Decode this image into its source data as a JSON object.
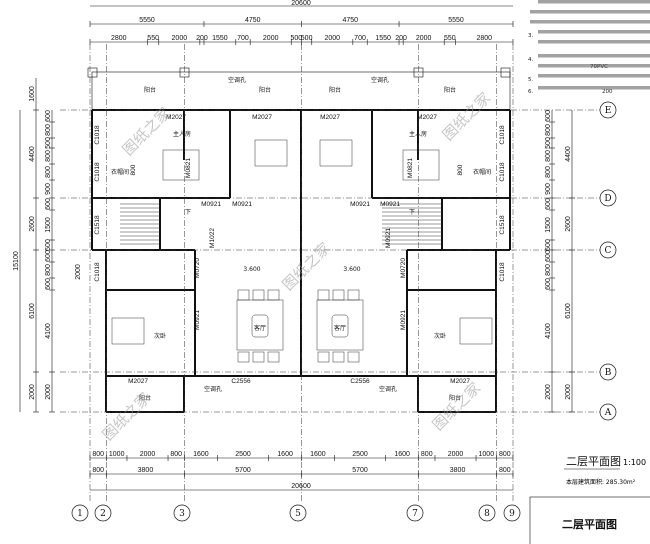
{
  "drawing": {
    "total_width": "20600",
    "top_dims_row1": [
      "5550",
      "4750",
      "4750",
      "5550"
    ],
    "top_dims_row2": [
      "2800",
      "550",
      "2000",
      "200",
      "1550",
      "700",
      "2000",
      "500",
      "500",
      "2000",
      "700",
      "1550",
      "200",
      "2000",
      "550",
      "2800"
    ],
    "bottom_dims_row1": [
      "800",
      "1000",
      "2000",
      "800",
      "1600",
      "2500",
      "1600",
      "1600",
      "2500",
      "1600",
      "800",
      "2000",
      "1000",
      "800"
    ],
    "bottom_dims_row2": [
      "800",
      "3800",
      "5700",
      "5700",
      "3800",
      "800"
    ],
    "bottom_total": "20600",
    "left_total": "15100",
    "left_dims_outer": [
      "1600",
      "4400",
      "2600",
      "6100",
      "2000"
    ],
    "left_dims_inner": [
      "600",
      "800",
      "500",
      "800",
      "800",
      "900",
      "600",
      "1500",
      "500",
      "600",
      "800",
      "600",
      "4100",
      "2000"
    ],
    "left_extra": "2000",
    "right_dims_outer": [
      "4400",
      "2600",
      "6100",
      "2000"
    ],
    "right_dims_inner": [
      "600",
      "800",
      "500",
      "800",
      "800",
      "900",
      "600",
      "1500",
      "500",
      "600",
      "800",
      "600",
      "4100",
      "2000"
    ],
    "axes_x": [
      "1",
      "2",
      "3",
      "5",
      "7",
      "8",
      "9"
    ],
    "axes_y": [
      "E",
      "D",
      "C",
      "B",
      "A"
    ],
    "rooms": {
      "balcony": "阳台",
      "ac_hole": "空调孔",
      "master_bedroom": "主人房",
      "cloakroom": "衣帽间",
      "second_bedroom": "次卧",
      "living_room": "客厅",
      "down": "下",
      "elevation": "3.600"
    },
    "codes": {
      "m2027": "M2027",
      "c1018": "C1018",
      "c1518": "C1518",
      "m0821": "M0821",
      "m0921": "M0921",
      "m1022": "M1022",
      "m0720": "M0720",
      "c2556": "C2556",
      "d800": "800"
    },
    "watermark": "图纸之家"
  },
  "notes": {
    "items": [
      "3.",
      "4.",
      "5.",
      "6."
    ],
    "fragments": [
      "70PVC",
      "200"
    ]
  },
  "title_block": {
    "plan_title": "二层平面图",
    "scale": "1:100",
    "area": "本层建筑面积: 285.30m²",
    "box_title": "二层平面图"
  }
}
